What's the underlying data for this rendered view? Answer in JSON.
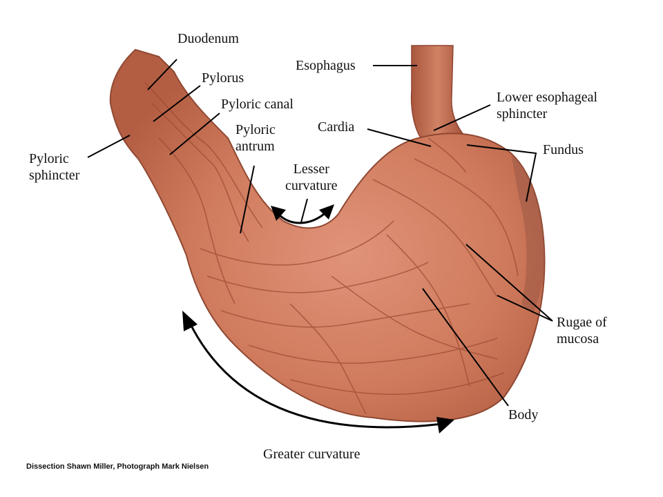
{
  "labels": {
    "duodenum": "Duodenum",
    "pylorus": "Pylorus",
    "pyloric_canal": "Pyloric canal",
    "pyloric_antrum": "Pyloric\nantrum",
    "pyloric_sphincter": "Pyloric\nsphincter",
    "esophagus": "Esophagus",
    "lower_esophageal_sphincter": "Lower esophageal\nsphincter",
    "cardia": "Cardia",
    "fundus": "Fundus",
    "lesser_curvature": "Lesser\ncurvature",
    "rugae_of_mucosa": "Rugae of\nmucosa",
    "body": "Body",
    "greater_curvature": "Greater curvature"
  },
  "credit": "Dissection Shawn Miller, Photograph Mark Nielsen",
  "colors": {
    "tissue": "#d07a5a",
    "tissue_light": "#e3977a",
    "tissue_dark": "#a4513a",
    "leader_line": "#000000"
  }
}
